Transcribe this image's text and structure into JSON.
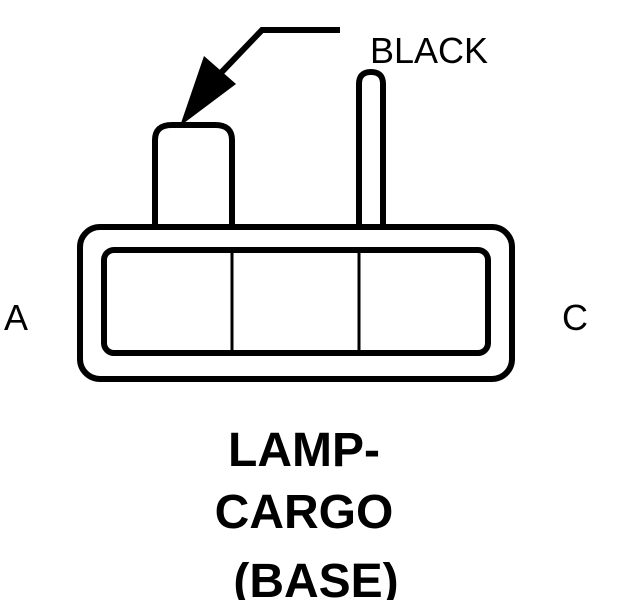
{
  "diagram": {
    "wire_color_label": "BLACK",
    "pin_left_label": "A",
    "pin_right_label": "C",
    "title_lines": [
      "LAMP-",
      "CARGO",
      "(BASE)"
    ],
    "stroke_color": "#000000",
    "background_color": "#ffffff"
  }
}
